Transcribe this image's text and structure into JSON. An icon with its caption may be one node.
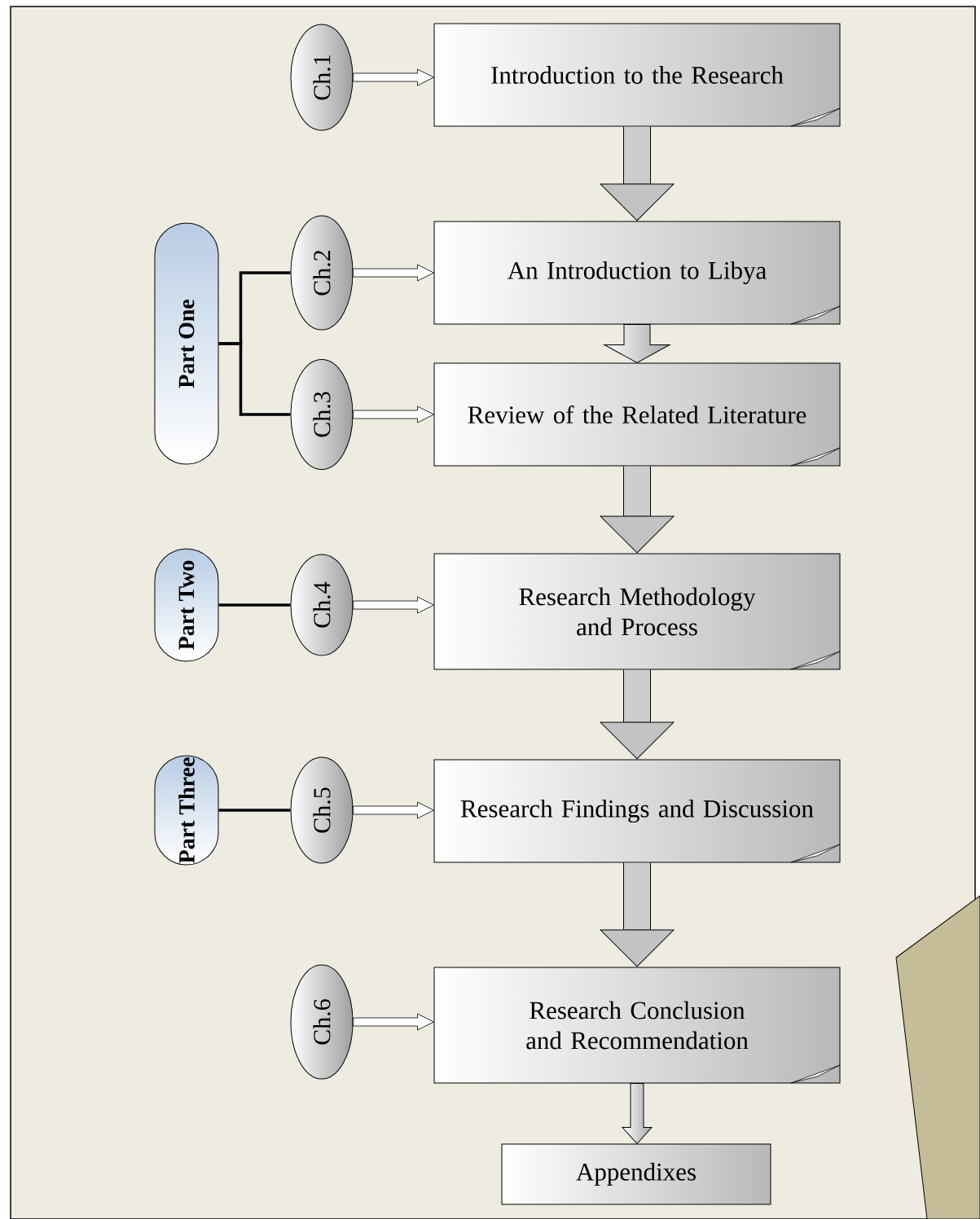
{
  "diagram": {
    "nodes": [
      {
        "text": [
          "Ch.1"
        ]
      },
      {
        "text": [
          "Introduction to the Research"
        ]
      },
      {
        "text": [
          "Part One"
        ]
      },
      {
        "text": [
          "Ch.2"
        ]
      },
      {
        "text": [
          "An Introduction to Libya"
        ]
      },
      {
        "text": [
          "Ch.3"
        ]
      },
      {
        "text": [
          "Review of the Related Literature"
        ]
      },
      {
        "text": [
          "Part Two"
        ]
      },
      {
        "text": [
          "Ch.4"
        ]
      },
      {
        "text": [
          "Research Methodology and Process"
        ]
      },
      {
        "text": [
          "Part Three"
        ]
      },
      {
        "text": [
          "Ch.5"
        ]
      },
      {
        "text": [
          "Research Findings and Discussion"
        ]
      },
      {
        "text": [
          "Ch.6"
        ]
      },
      {
        "text": [
          "Research Conclusion and Recommendation"
        ]
      },
      {
        "text": [
          "Appendixes"
        ]
      }
    ],
    "edges": [
      {
        "from": 0,
        "to": 1,
        "arrow": "to"
      },
      {
        "from": 1,
        "to": 4,
        "arrow": "to",
        "style": "thick"
      },
      {
        "from": 2,
        "to": 3,
        "arrow": "none"
      },
      {
        "from": 2,
        "to": 5,
        "arrow": "none"
      },
      {
        "from": 3,
        "to": 4,
        "arrow": "to"
      },
      {
        "from": 4,
        "to": 6,
        "arrow": "to",
        "style": "thick"
      },
      {
        "from": 5,
        "to": 6,
        "arrow": "to"
      },
      {
        "from": 6,
        "to": 9,
        "arrow": "to",
        "style": "thick"
      },
      {
        "from": 7,
        "to": 8,
        "arrow": "none"
      },
      {
        "from": 8,
        "to": 9,
        "arrow": "to"
      },
      {
        "from": 9,
        "to": 12,
        "arrow": "to",
        "style": "thick"
      },
      {
        "from": 10,
        "to": 11,
        "arrow": "none"
      },
      {
        "from": 11,
        "to": 12,
        "arrow": "to"
      },
      {
        "from": 12,
        "to": 14,
        "arrow": "to",
        "style": "thick"
      },
      {
        "from": 13,
        "to": 14,
        "arrow": "to"
      },
      {
        "from": 14,
        "to": 15,
        "arrow": "to",
        "style": "thick"
      }
    ]
  }
}
